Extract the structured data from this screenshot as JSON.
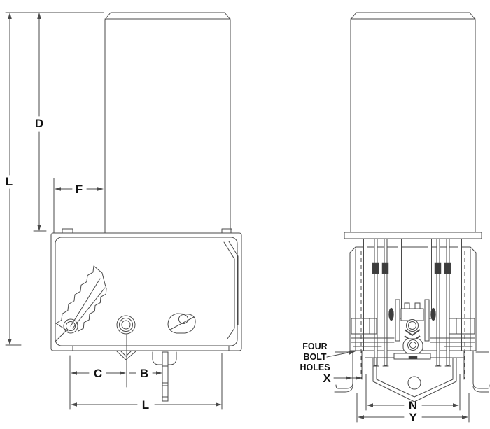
{
  "colors": {
    "background": "#ffffff",
    "line": "#4a4a4a",
    "text": "#111111",
    "fill_dark": "#3d3d3d"
  },
  "front_view": {
    "dim_overall_height": "L",
    "dim_cylinder_height": "D",
    "dim_flange_offset": "F",
    "dim_hole_spacing": "C",
    "dim_lever_offset": "B",
    "dim_base_length": "L"
  },
  "side_view": {
    "note": {
      "line1": "FOUR",
      "line2": "BOLT",
      "line3": "HOLES"
    },
    "dim_bolt_hole_offset": "X",
    "dim_inner_width": "N",
    "dim_outer_width": "Y"
  }
}
